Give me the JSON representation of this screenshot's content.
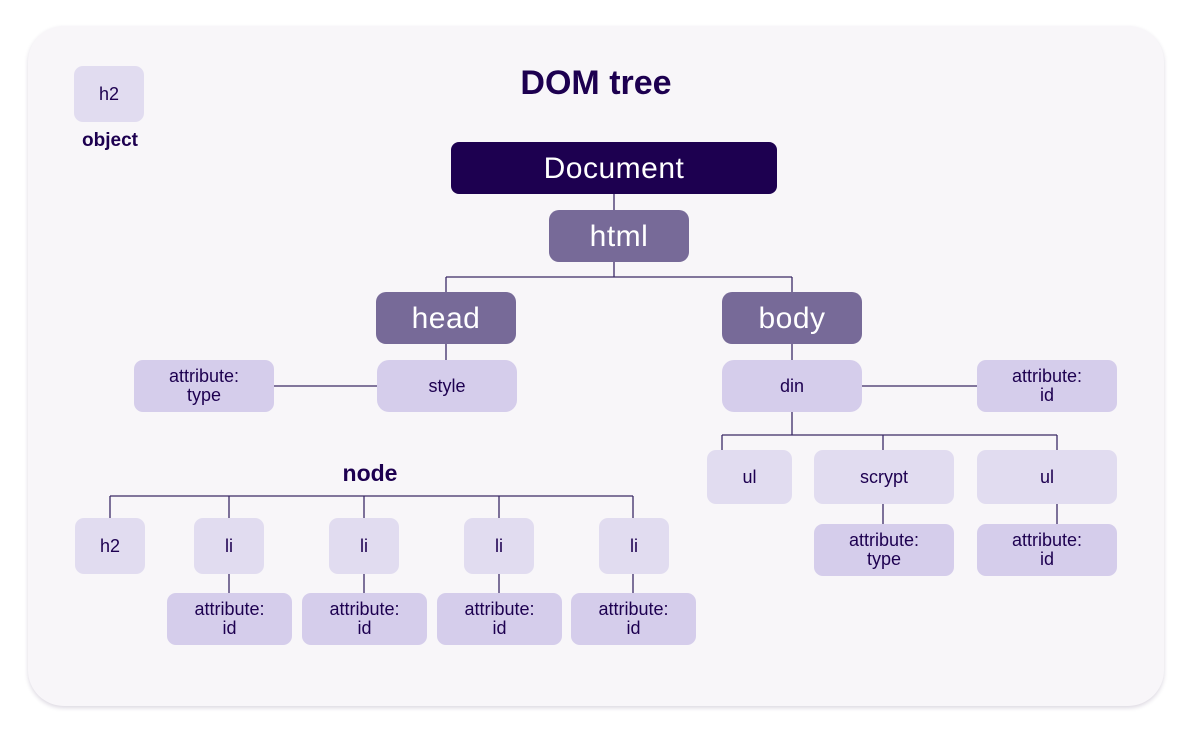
{
  "title": "DOM tree",
  "legend": {
    "box": "h2",
    "label": "object"
  },
  "node_label": "node",
  "nodes": {
    "document": "Document",
    "html": "html",
    "head": "head",
    "body": "body",
    "style": "style",
    "style_attr": "attribute:\ntype",
    "din": "din",
    "din_attr": "attribute:\nid",
    "ul1": "ul",
    "scrypt": "scrypt",
    "scrypt_attr": "attribute:\ntype",
    "ul2": "ul",
    "ul2_attr": "attribute:\nid",
    "h2": "h2",
    "li1": "li",
    "li2": "li",
    "li3": "li",
    "li4": "li",
    "li1_attr": "attribute:\nid",
    "li2_attr": "attribute:\nid",
    "li3_attr": "attribute:\nid",
    "li4_attr": "attribute:\nid"
  },
  "colors": {
    "root": "#1d0050",
    "element": "#776a98",
    "child": "#d5cdeb",
    "leaf": "#e1dcf0",
    "card": "#f8f6f9",
    "line": "#3b2a66"
  }
}
